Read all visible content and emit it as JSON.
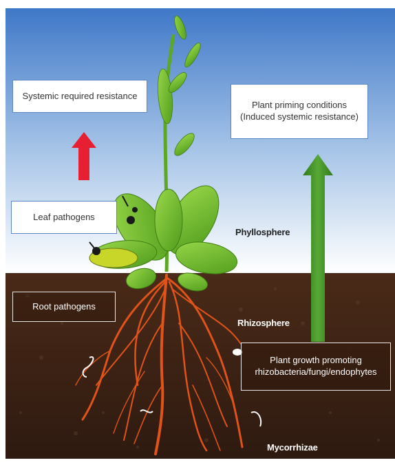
{
  "labels": {
    "systemic": "Systemic required resistance",
    "priming_line1": "Plant priming conditions",
    "priming_line2": "(Induced systemic resistance)",
    "leaf_pathogens": "Leaf pathogens",
    "phyllosphere": "Phyllosphere",
    "root_pathogens": "Root pathogens",
    "rhizosphere": "Rhizosphere",
    "pgp_line1": "Plant growth promoting",
    "pgp_line2": "rhizobacteria/fungi/endophytes",
    "mycorrhizae": "Mycorrhizae"
  },
  "colors": {
    "sky_top": "#3f78c8",
    "sky_bottom": "#ffffff",
    "soil": "#3a2216",
    "leaf": "#6fbf2a",
    "root": "#e0531b",
    "red_arrow": "#e62032",
    "green_arrow": "#3c8a24",
    "box_border": "#5a86c4"
  }
}
